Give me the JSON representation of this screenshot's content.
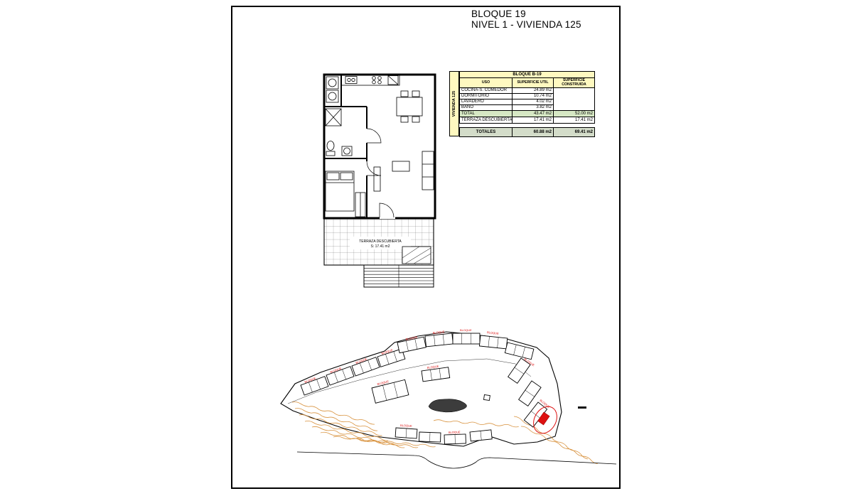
{
  "colors": {
    "yellow": "#FFF9C0",
    "green": "#D6E8C4",
    "graygreen": "#D3DCC9",
    "red": "#DD1111",
    "orange": "#D8923E"
  },
  "title": {
    "line1": "BLOQUE 19",
    "line2": "NIVEL 1 - VIVIENDA 125"
  },
  "table": {
    "block_header": "BLOQUE B-19",
    "side_label": "VIVIENDA 125",
    "col_uso": "USO",
    "col_util": "SUPERFICIE UTIL",
    "col_construida": "SUPERFICIE CONSTRUIDA",
    "rows": [
      {
        "uso": "COCINA-S. COMEDOR",
        "util": "24.89 m2"
      },
      {
        "uso": "DORMITORIO",
        "util": "10.74 m2"
      },
      {
        "uso": "LAVADERO",
        "util": "4.02 m2"
      },
      {
        "uso": "BAÑO",
        "util": "3.82 m2"
      }
    ],
    "total_row": {
      "uso": "TOTAL",
      "util": "43.47 m2",
      "construida": "52.00 m2"
    },
    "terraza_row": {
      "uso": "TERRAZA DESCUBIERTA",
      "util": "17.41 m2",
      "construida": "17.41 m2"
    },
    "totales_row": {
      "label": "TOTALES",
      "util": "60.88 m2",
      "construida": "69.41 m2"
    }
  },
  "floorplan": {
    "terrace_label_line1": "TERRAZA DESCUBIERTA",
    "terrace_label_line2": "S: 17.41 m2"
  },
  "siteplan": {
    "block_label": "BLOQUE"
  }
}
